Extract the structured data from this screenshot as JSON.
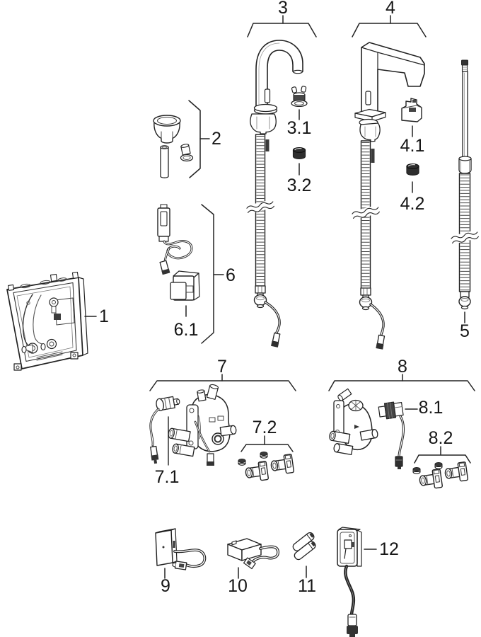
{
  "diagram": {
    "background": "#ffffff",
    "line_color": "#222222",
    "dark_fill": "#333333",
    "labels": {
      "p1": "1",
      "p2": "2",
      "p3": "3",
      "p3_1": "3.1",
      "p3_2": "3.2",
      "p4": "4",
      "p4_1": "4.1",
      "p4_2": "4.2",
      "p5": "5",
      "p6": "6",
      "p6_1": "6.1",
      "p7": "7",
      "p7_1": "7.1",
      "p7_2": "7.2",
      "p8": "8",
      "p8_1": "8.1",
      "p8_2": "8.2",
      "p9": "9",
      "p10": "10",
      "p11": "11",
      "p12": "12"
    }
  }
}
